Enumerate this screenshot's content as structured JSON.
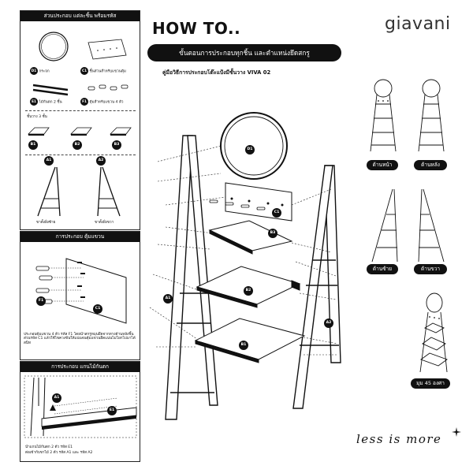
{
  "header": {
    "how_to": "HOW TO..",
    "subtitle": "ขั้นตอนการประกอบทุกชิ้น และตำแหน่งยึดสกรู",
    "manual_title": "คู่มือวิธีการประกอบโต๊ะแป้งมีชั้นวาง VIVA 02",
    "brand": "giavani",
    "tagline": "less is more"
  },
  "parts_panel": {
    "title": "ส่วนประกอบ แต่ละชิ้น พร้อมรหัส",
    "items": [
      {
        "code": "D1",
        "label": "กระจก"
      },
      {
        "code": "C1",
        "label": "ชิ้นส่วนสำหรับแขวนตุ้ม"
      },
      {
        "code": "E1",
        "label": "ไม้กันตก 2 ชิ้น"
      },
      {
        "code": "F1",
        "label": "ตุ้มสำหรับแขวน 4 ตัว"
      }
    ],
    "shelves_label": "ชั้นวาง 3 ชั้น",
    "shelves": [
      "B1",
      "B2",
      "B3"
    ],
    "legs": [
      {
        "code": "A1",
        "label": "ขาตั้งฝั่งซ้าย"
      },
      {
        "code": "A2",
        "label": "ขาตั้งฝั่งขวา"
      }
    ]
  },
  "hook_panel": {
    "title": "การประกอบ ตุ้มแขวน",
    "part_f": "F1",
    "part_c": "C1",
    "note": "ประกอบตุ้มแขวน 4 ตัว รหัส F1 โดยนำสกรูหมุนยึดจากทางด้านหลังชิ้นส่วนรหัส C1 แล้วใช้ไขควงขันให้แน่นจนตุ้มแขวนยึดแน่นไม่โยกไปมาได้สนิท"
  },
  "guard_panel": {
    "title": "การประกอบ แกนไม้กันตก",
    "part_a": "A1",
    "part_e": "E1",
    "note_line1": "นำแกนไม้กันตก 2 ตัว รหัส E1",
    "note_line2": "ต่อเข้ากับขาไม้ 2 ตัว รหัส A1 และ รหัส A2"
  },
  "main_diagram": {
    "labels": [
      "D1",
      "C1",
      "B3",
      "B2",
      "B1",
      "A1",
      "A2"
    ]
  },
  "views": {
    "front": "ด้านหน้า",
    "back": "ด้านหลัง",
    "left": "ด้านซ้าย",
    "right": "ด้านขวา",
    "angle": "มุม 45 องศา"
  },
  "colors": {
    "ink": "#111111",
    "paper": "#ffffff"
  }
}
